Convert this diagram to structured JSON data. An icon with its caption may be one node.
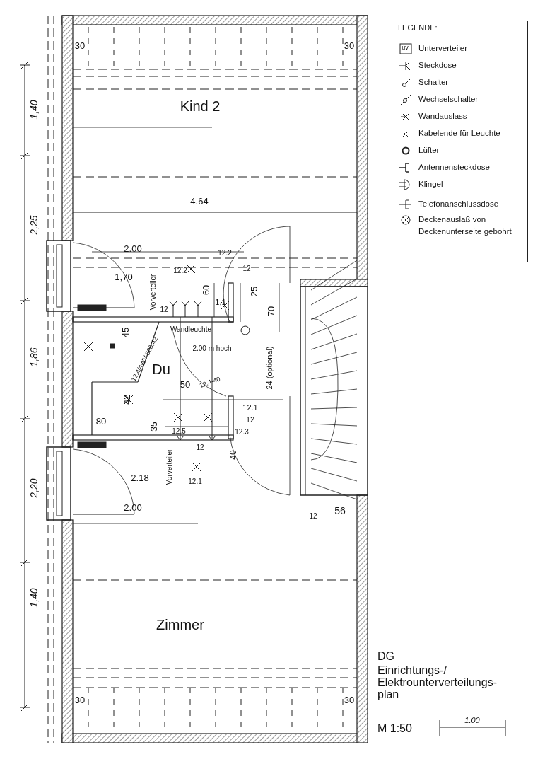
{
  "diagram": {
    "nodes": [
      {
        "text": [
          "Kind 2"
        ]
      },
      {
        "text": [
          "Du"
        ]
      },
      {
        "text": [
          "Zimmer"
        ]
      }
    ],
    "labels": [
      "30",
      "30",
      "1,40",
      "2,25",
      "1,86",
      "2,20",
      "1,40",
      "4.64",
      "2.00",
      "12.2",
      "1,70",
      "12.2",
      "Vorverteiler",
      "60",
      "12",
      "1,1",
      "25",
      "12",
      "70",
      "45",
      "Wandleuchte",
      "2.00 m hoch",
      "12.4/4WV 500.42",
      "50",
      "12.4-40",
      "42",
      "80",
      "35",
      "12.1",
      "12",
      "12.5",
      "12",
      "12.3",
      "24 (optional)",
      "Vorverteiler",
      "40",
      "2.18",
      "12.1",
      "2.00",
      "12",
      "56",
      "30",
      "30",
      "LEGENDE:",
      "DG",
      "Einrichtungs-/ Elektrounterverteilungs- plan",
      "M 1:50",
      "1.00",
      "uv"
    ],
    "legend": [
      {
        "text": "Unterverteiler"
      },
      {
        "text": "Steckdose"
      },
      {
        "text": "Schalter"
      },
      {
        "text": "Wechselschalter"
      },
      {
        "text": "Wandauslass"
      },
      {
        "text": "Kabelende für Leuchte"
      },
      {
        "text": "Lüfter"
      },
      {
        "text": "Antennensteckdose"
      },
      {
        "text": "Klingel"
      },
      {
        "text": "Telefonanschlussdose"
      },
      {
        "text": "Deckenauslaß von Deckenunterseite gebohrt"
      }
    ]
  }
}
